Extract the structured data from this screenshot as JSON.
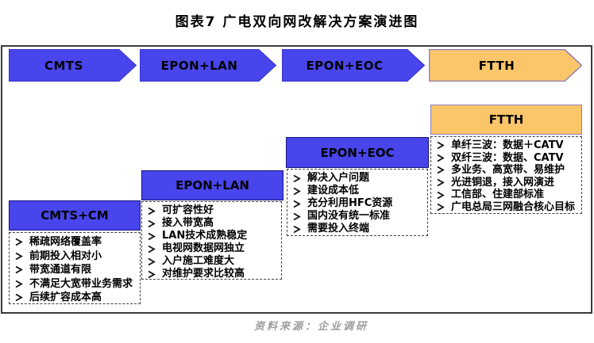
{
  "title": "图表7 广电双向网改解决方案演进图",
  "source": "资料来源：企业调研",
  "colors": {
    "stage_blue": "#4845ec",
    "stage_orange": "#fbc56a",
    "blue_border": "#3a36c8",
    "orange_border": "#8f7bb8"
  },
  "stages": [
    {
      "label": "CMTS"
    },
    {
      "label": "EPON+LAN"
    },
    {
      "label": "EPON+EOC"
    },
    {
      "label": "FTTH"
    }
  ],
  "solutions": [
    {
      "header": "CMTS+CM",
      "items": [
        "稀疏网络覆盖率",
        "前期投入相对小",
        "带宽通道有限",
        "不满足大宽带业务需求",
        "后续扩容成本高"
      ]
    },
    {
      "header": "EPON+LAN",
      "items": [
        "可扩容性好",
        "接入带宽高",
        "LAN技术成熟稳定",
        "电视网数据网独立",
        "入户施工难度大",
        "对维护要求比较高"
      ]
    },
    {
      "header": "EPON+EOC",
      "items": [
        "解决入户问题",
        "建设成本低",
        "充分利用HFC资源",
        "国内没有统一标准",
        "需要投入终端"
      ]
    },
    {
      "header": "FTTH",
      "items": [
        "单纤三波：数据＋CATV",
        "双纤三波：数据、CATV",
        "多业务、高宽带、易维护",
        "光进铜退，接入网演进",
        "工信部、住建部标准",
        "广电总局三网融合核心目标"
      ]
    }
  ]
}
